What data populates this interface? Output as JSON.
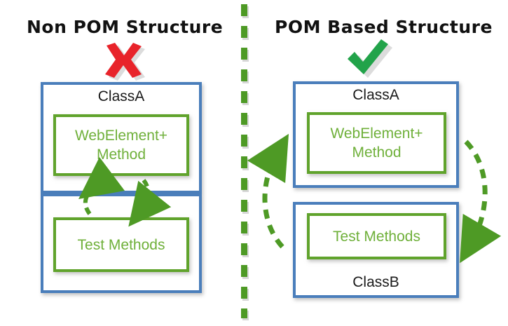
{
  "diagram": {
    "title": "Non POM Structure vs POM Based Structure",
    "colors": {
      "blue_border": "#4A7EBB",
      "green_border": "#60A32C",
      "green_text": "#6FB03A",
      "red_cross": "#E8232A",
      "green_check": "#22A34A",
      "divider_green": "#4E9A25",
      "arrow_green": "#4E9A25",
      "background": "#FFFFFF"
    },
    "left": {
      "title": "Non POM Structure",
      "mark": "red-cross-icon",
      "mark_meaning": "bad-practice",
      "outer_top_label": "ClassA",
      "inner_top_label": "WebElement+\nMethod",
      "inner_bottom_label": "Test Methods",
      "relation": "bidirectional-curved-arrows-within-same-class"
    },
    "right": {
      "title": "POM Based Structure",
      "mark": "green-check-icon",
      "mark_meaning": "good-practice",
      "outer_top_label": "ClassA",
      "outer_bottom_label": "ClassB",
      "inner_top_label": "WebElement+\nMethod",
      "inner_bottom_label": "Test Methods",
      "relation": "bidirectional-curved-arrows-between-two-classes"
    },
    "divider": {
      "name": "vertical-dashed-divider",
      "style": "dashed",
      "orientation": "vertical"
    }
  }
}
